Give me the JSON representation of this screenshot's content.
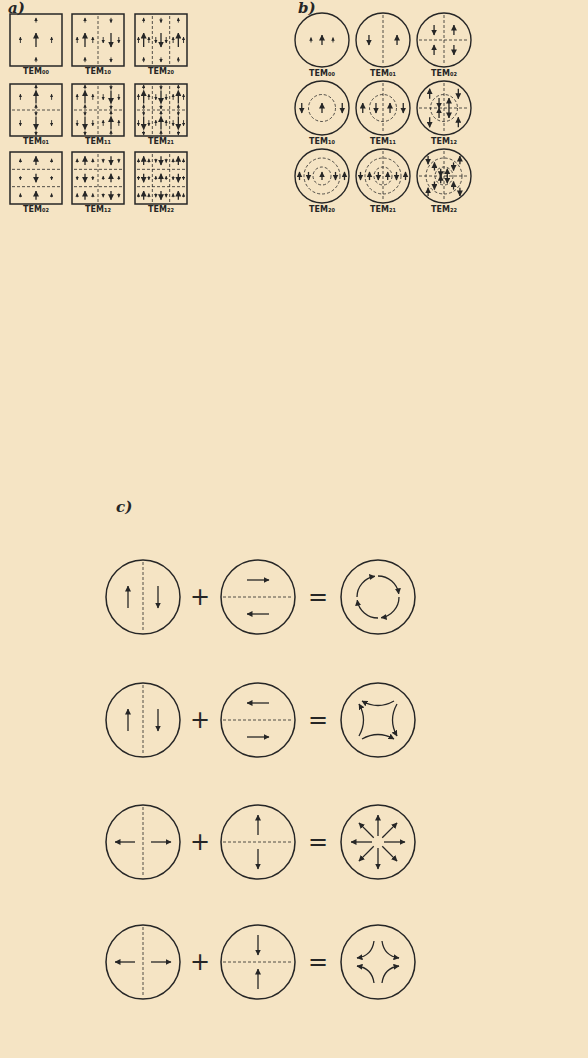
{
  "diagram": {
    "labels": [
      "a)",
      "TEM₀₀",
      "TEM₁₀",
      "TEM₂₀",
      "TEM₀₁",
      "TEM₁₁",
      "TEM₂₁",
      "TEM₀₂",
      "TEM₁₂",
      "TEM₂₂",
      "b)",
      "TEM₀₀",
      "TEM₀₁",
      "TEM₀₂",
      "TEM₁₀",
      "TEM₁₁",
      "TEM₁₂",
      "TEM₂₀",
      "TEM₂₁",
      "TEM₂₂",
      "c)",
      "+",
      "=",
      "+",
      "=",
      "+",
      "=",
      "+",
      "="
    ]
  }
}
